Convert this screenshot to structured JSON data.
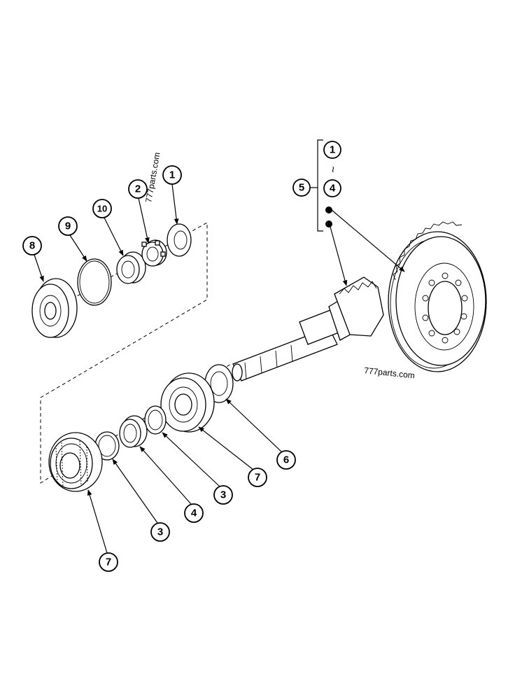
{
  "watermarks": [
    "777parts.com",
    "777parts.com"
  ],
  "callouts": {
    "c1_top": "1",
    "c2": "2",
    "c10": "10",
    "c9": "9",
    "c8": "8",
    "bracket_1": "1",
    "bracket_tilde": "~",
    "bracket_4": "4",
    "bracket_5": "5",
    "c6": "6",
    "c7_mid": "7",
    "c3_mid": "3",
    "c4": "4",
    "c3_low": "3",
    "c7_low": "7"
  }
}
